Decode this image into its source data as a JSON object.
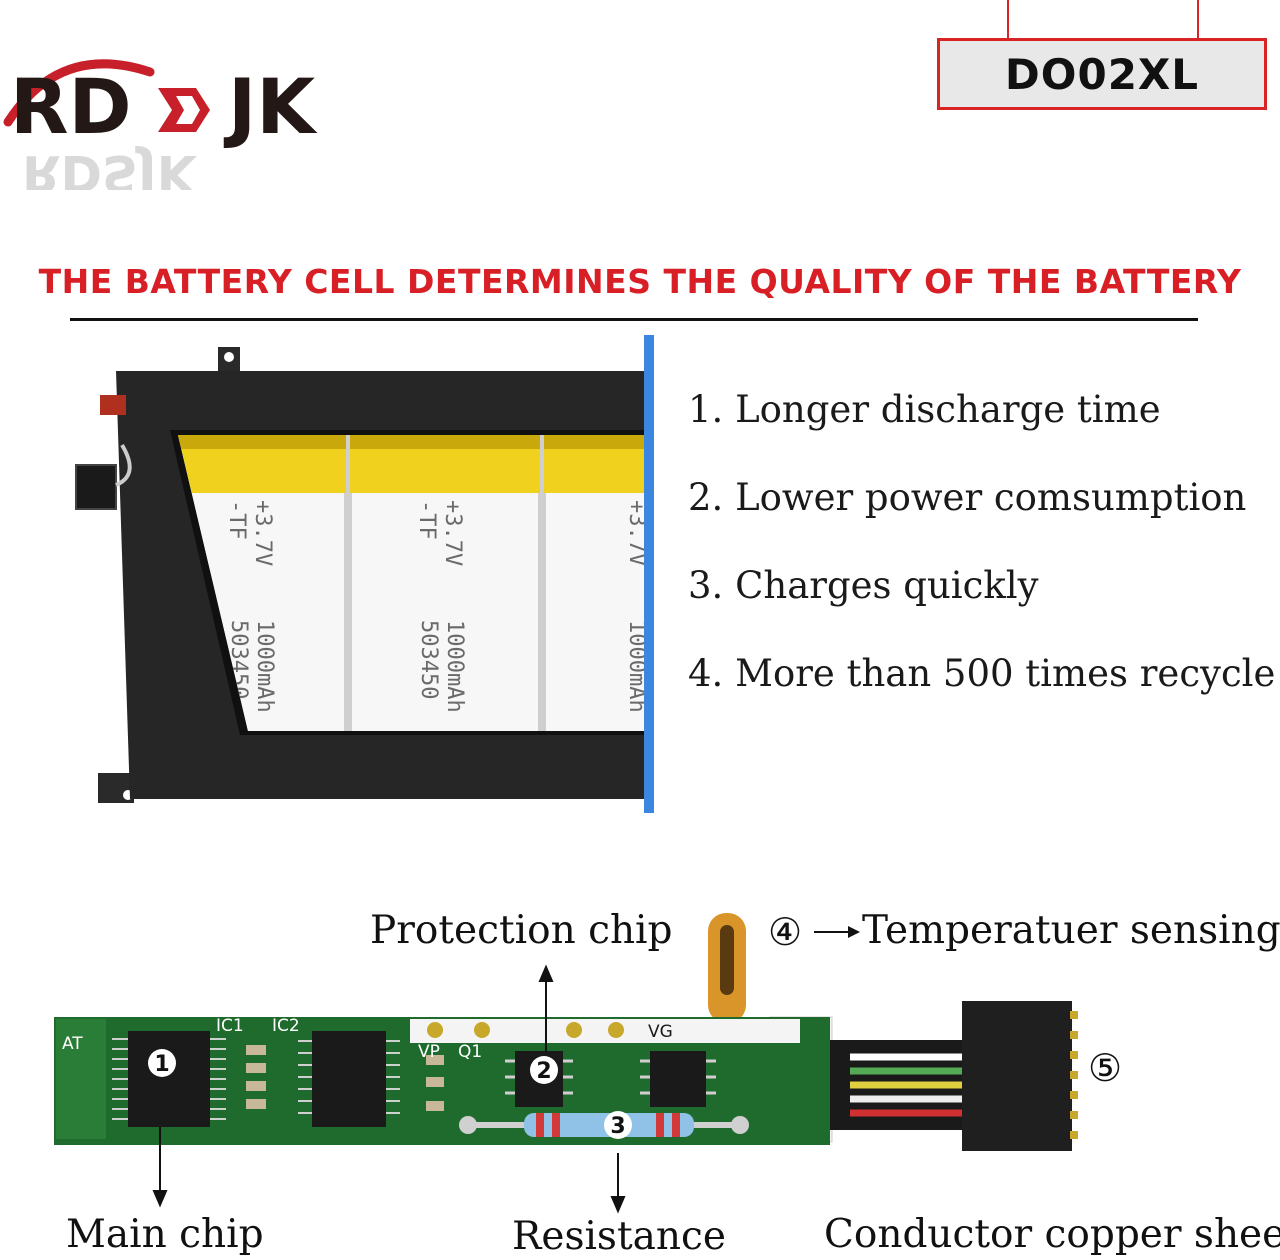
{
  "brand": {
    "logo_text": "RDSJK",
    "model": "DO02XL"
  },
  "headline": "THE BATTERY CELL DETERMINES THE QUALITY OF THE BATTERY",
  "features": [
    "1. Longer discharge time",
    "2. Lower power comsumption",
    "3. Charges quickly",
    "4. More than 500 times recycle"
  ],
  "battery_cell_print": [
    "-TF",
    "+3.7V",
    "503450",
    "1000mAh"
  ],
  "board": {
    "silkscreen": [
      "IC1",
      "IC2",
      "AT",
      "VP",
      "Q1",
      "VG"
    ],
    "labels": {
      "protection_chip": "Protection chip",
      "temperature": "Temperatuer sensing",
      "main_chip": "Main chip",
      "resistance": "Resistance",
      "conductor": "Conductor copper sheet"
    },
    "markers": [
      "1",
      "2",
      "3",
      "④",
      "⑤"
    ]
  },
  "colors": {
    "accent_red": "#d81f26",
    "frame_blue": "#3a86e0",
    "pcb_green": "#1f6b2e",
    "cell_yellow": "#f0d21e"
  }
}
